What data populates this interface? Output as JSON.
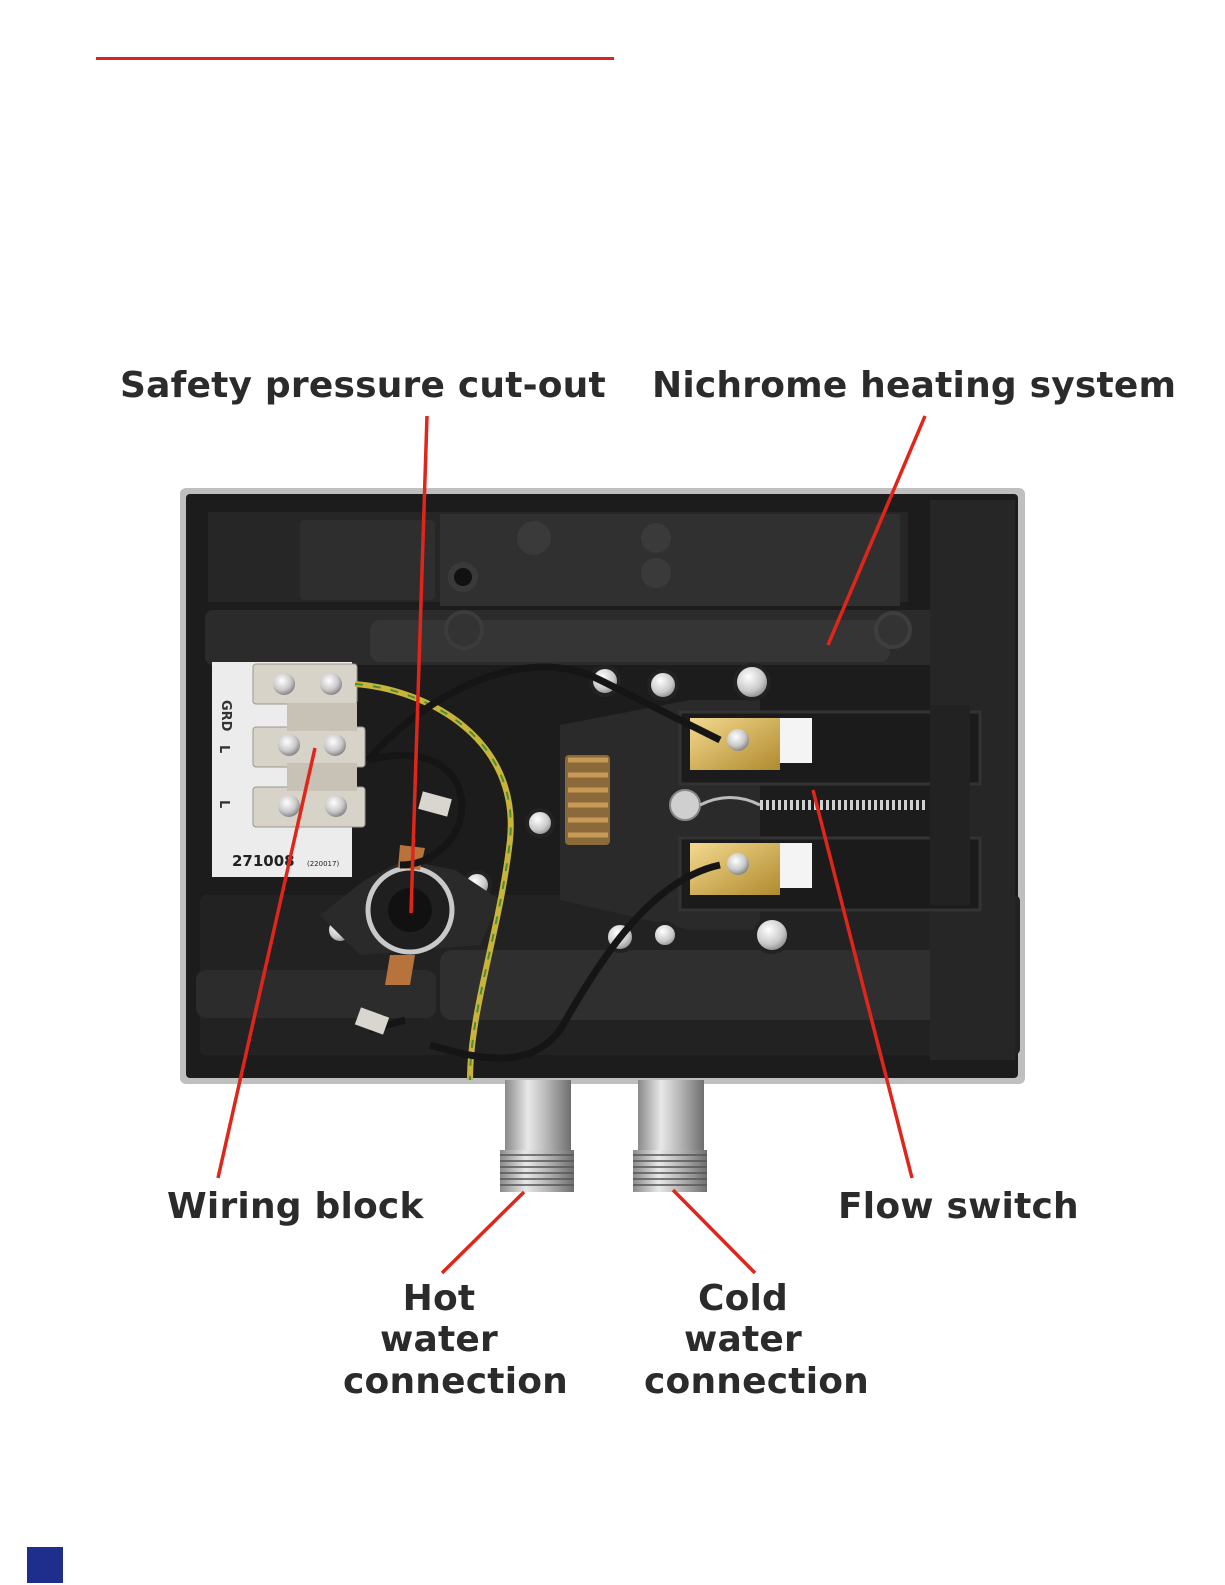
{
  "colors": {
    "accent_rule": "#d8232a",
    "callout_line": "#e0261b",
    "label_text": "#2b2b2b",
    "page_marker": "#1f2e8c",
    "housing": "#1c1c1c"
  },
  "labels": {
    "safety_pressure_cut_out": "Safety pressure cut-out",
    "nichrome_heating_system": "Nichrome heating system",
    "wiring_block": "Wiring block",
    "flow_switch": "Flow switch",
    "hot_water_line1": "Hot water",
    "hot_water_line2": "connection",
    "cold_water_line1": "Cold water",
    "cold_water_line2": "connection"
  },
  "terminal_block": {
    "grd": "GRD",
    "l1": "L",
    "l2": "L",
    "model_number": "271008",
    "small_code": "(220017)"
  }
}
